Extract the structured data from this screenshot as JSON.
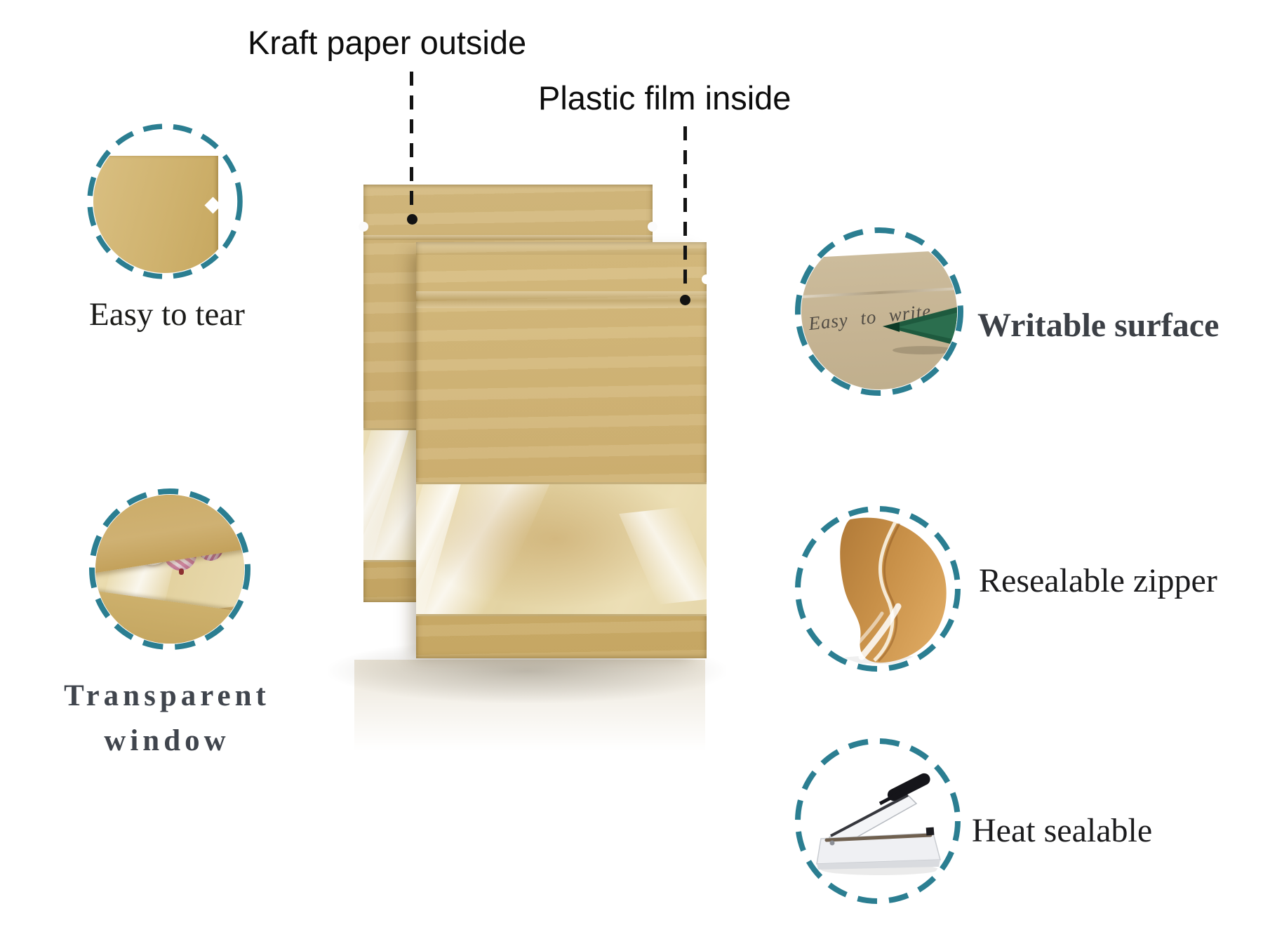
{
  "colors": {
    "accent_teal": "#2b7e91",
    "kraft_paper": "#d1b476",
    "kraft_dark": "#c49f55",
    "window_film": "#e8d9ae",
    "zipper_amber": "#c8904a",
    "pen_green": "#1e5a3e",
    "label_black": "#131313",
    "label_gray": "#40454d"
  },
  "callouts": {
    "kraft_paper": {
      "label": "Kraft paper outside"
    },
    "plastic_film": {
      "label": "Plastic film inside"
    }
  },
  "features": {
    "easy_tear": {
      "label": "Easy to tear"
    },
    "transparent_window": {
      "line1": "Transparent",
      "line2": "window"
    },
    "writable_surface": {
      "label": "Writable surface",
      "handwriting": "Easy to write"
    },
    "resealable_zipper": {
      "label": "Resealable zipper"
    },
    "heat_sealable": {
      "label": "Heat sealable"
    }
  }
}
